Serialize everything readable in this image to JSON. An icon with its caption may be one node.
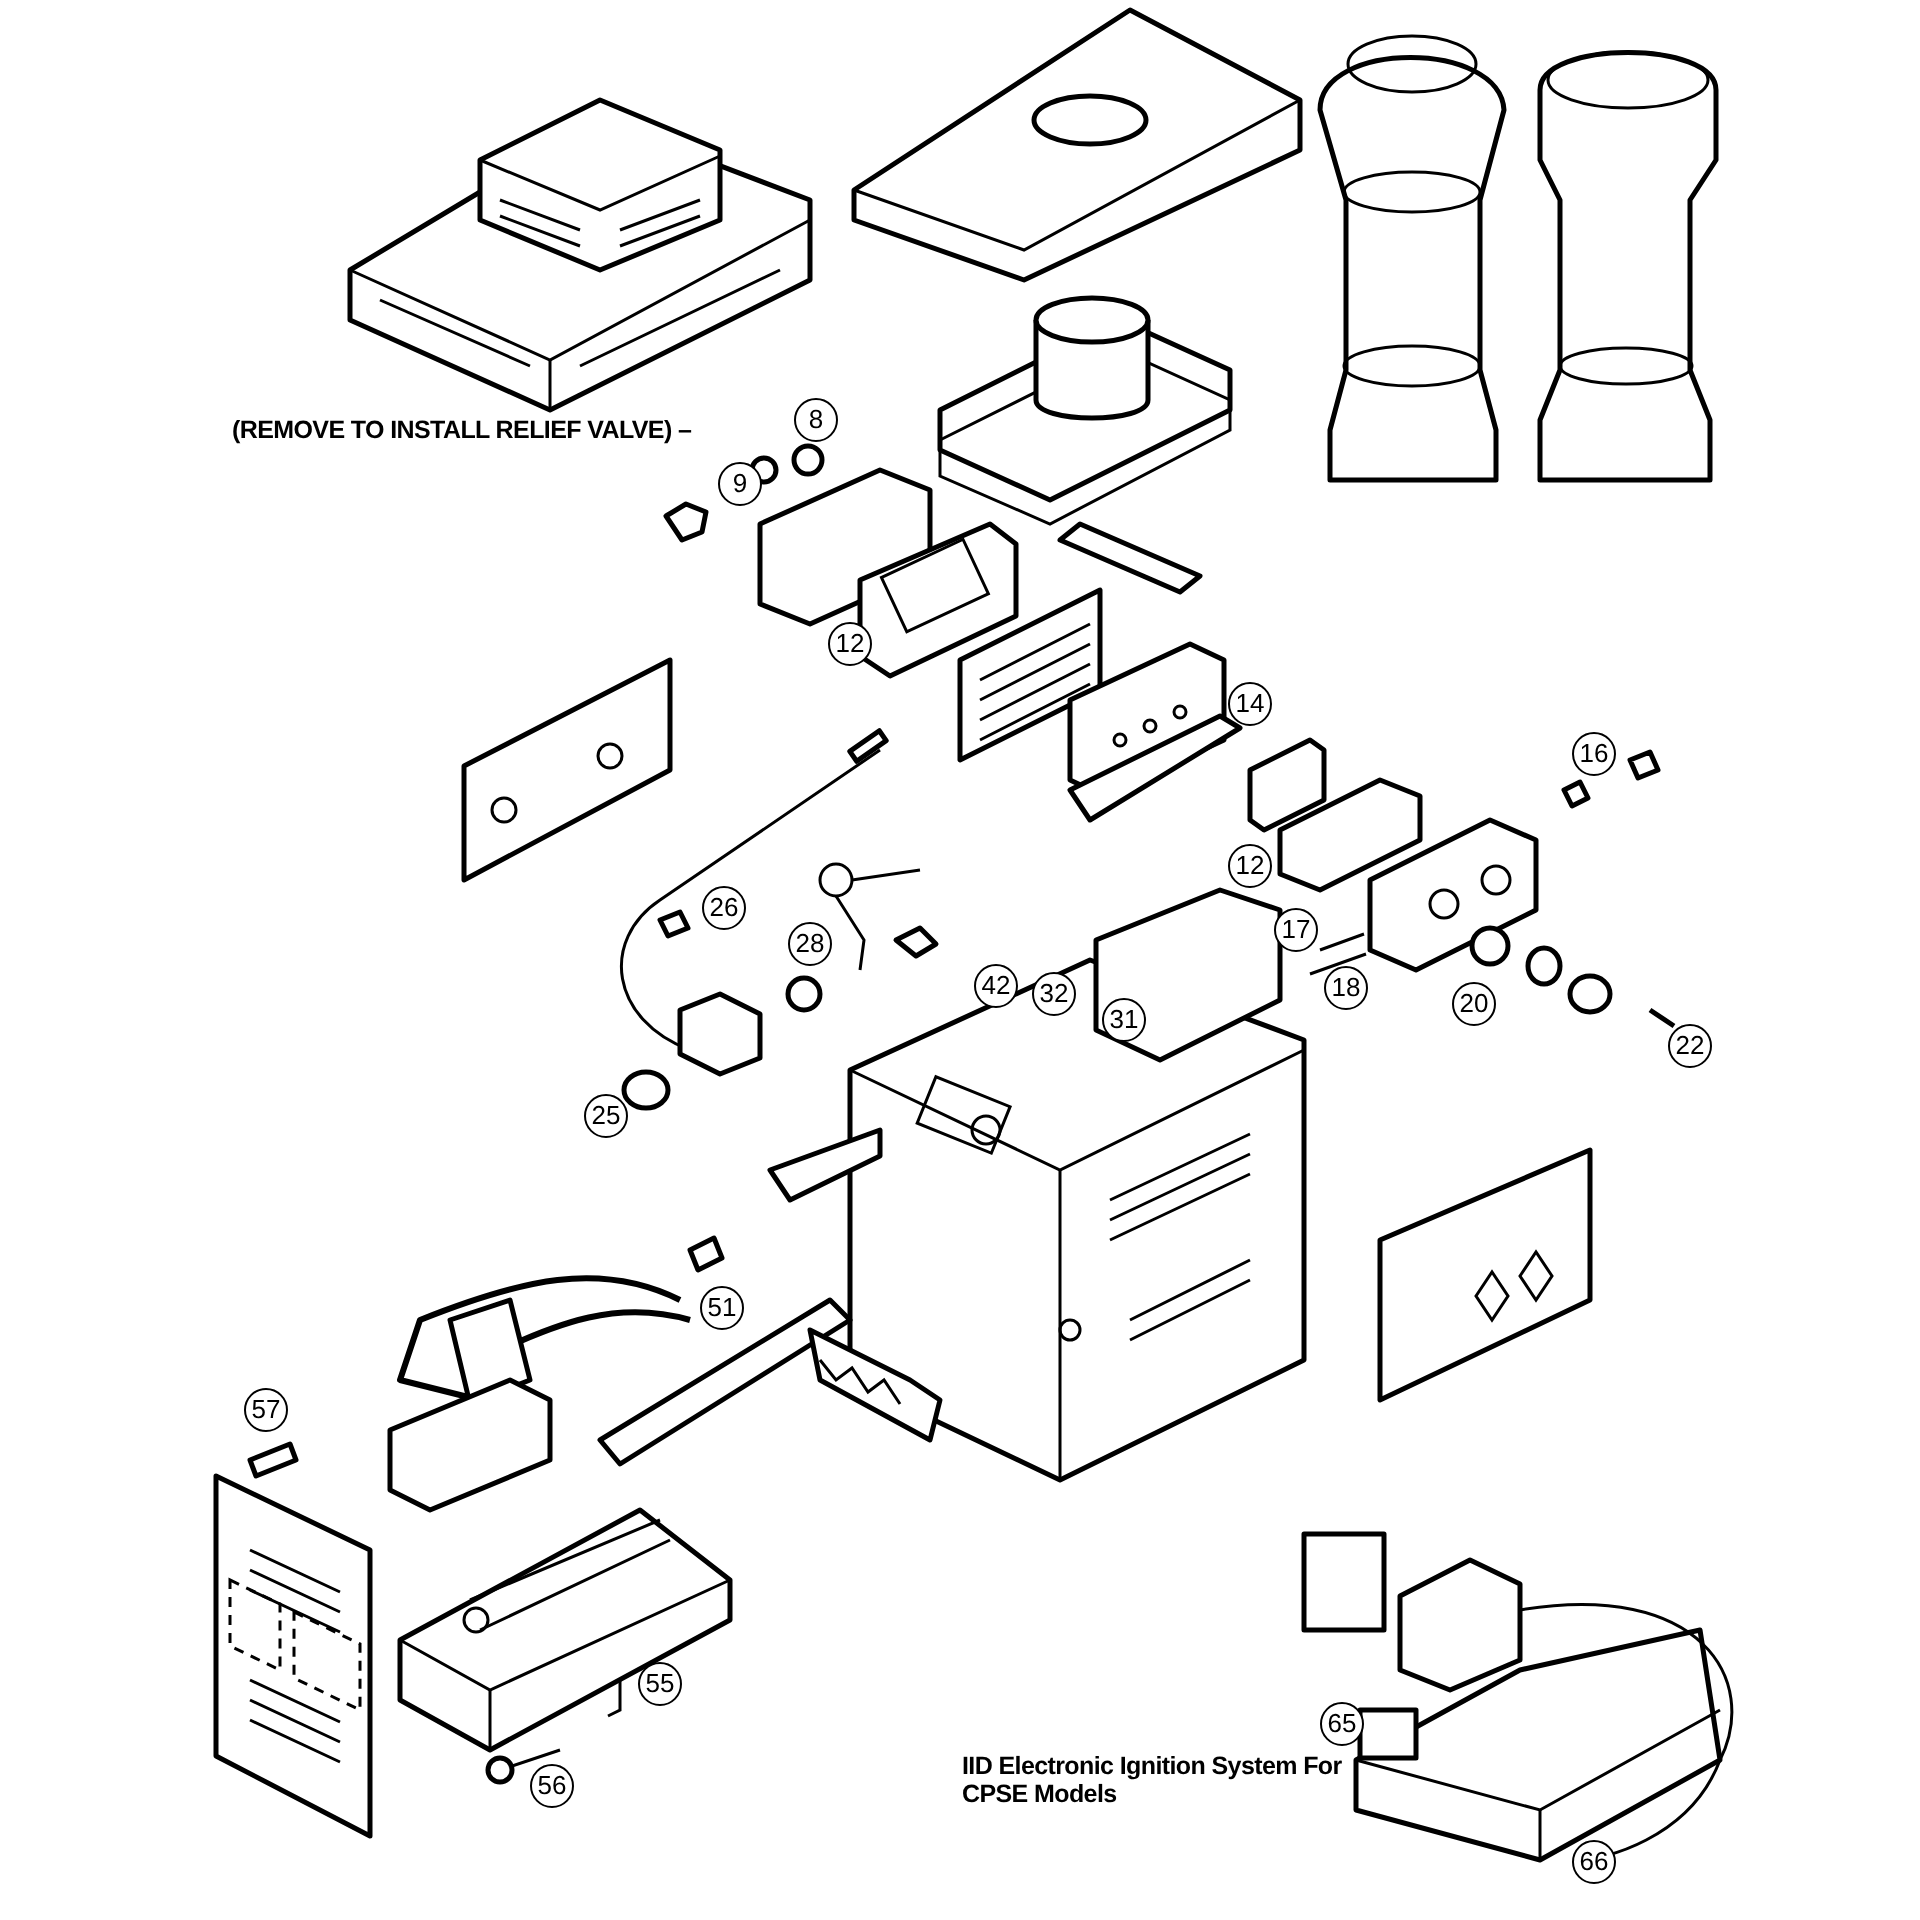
{
  "diagram": {
    "labels": [
      "(REMOVE TO INSTALL RELIEF VALVE) –",
      "8",
      "9",
      "12",
      "14",
      "16",
      "12",
      "26",
      "17",
      "28",
      "42",
      "18",
      "32",
      "20",
      "31",
      "22",
      "25",
      "51",
      "57",
      "55",
      "65",
      "IID Electronic Ignition System For CPSE Models",
      "56",
      "66"
    ]
  }
}
